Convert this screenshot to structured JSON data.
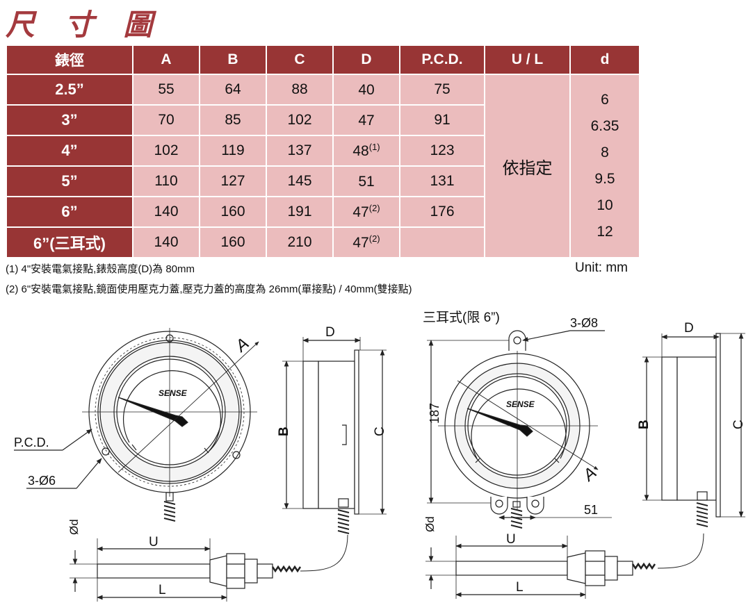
{
  "page": {
    "title": "尺 寸 圖"
  },
  "table": {
    "headers": [
      "錶徑",
      "A",
      "B",
      "C",
      "D",
      "P.C.D.",
      "U / L",
      "d"
    ],
    "rows": [
      {
        "size": "2.5”",
        "A": "55",
        "B": "64",
        "C": "88",
        "D": "40",
        "D_note": "",
        "PCD": "75"
      },
      {
        "size": "3”",
        "A": "70",
        "B": "85",
        "C": "102",
        "D": "47",
        "D_note": "",
        "PCD": "91"
      },
      {
        "size": "4”",
        "A": "102",
        "B": "119",
        "C": "137",
        "D": "48",
        "D_note": "(1)",
        "PCD": "123"
      },
      {
        "size": "5”",
        "A": "110",
        "B": "127",
        "C": "145",
        "D": "51",
        "D_note": "",
        "PCD": "131"
      },
      {
        "size": "6”",
        "A": "140",
        "B": "160",
        "C": "191",
        "D": "47",
        "D_note": "(2)",
        "PCD": "176"
      },
      {
        "size": "6”(三耳式)",
        "A": "140",
        "B": "160",
        "C": "210",
        "D": "47",
        "D_note": "(2)",
        "PCD": ""
      }
    ],
    "ul_value": "依指定",
    "d_values": [
      "6",
      "6.35",
      "8",
      "9.5",
      "10",
      "12"
    ]
  },
  "notes": {
    "note1": "(1)  4\"安裝電氣接點,錶殼高度(D)為 80mm",
    "note2": "(2)  6\"安裝電氣接點,鏡面使用壓克力蓋,壓克力蓋的高度為 26mm(單接點) / 40mm(雙接點)",
    "unit": "Unit: mm"
  },
  "drawing": {
    "brand": "SENSE",
    "label_A": "A",
    "label_B": "B",
    "label_C": "C",
    "label_D": "D",
    "label_PCD": "P.C.D.",
    "label_holes_left": "3-Ø6",
    "label_holes_right": "3-Ø8",
    "label_three_ear": "三耳式(限 6”)",
    "label_187": "187",
    "label_51": "51",
    "label_d": "Ød",
    "label_U": "U",
    "label_L": "L"
  }
}
